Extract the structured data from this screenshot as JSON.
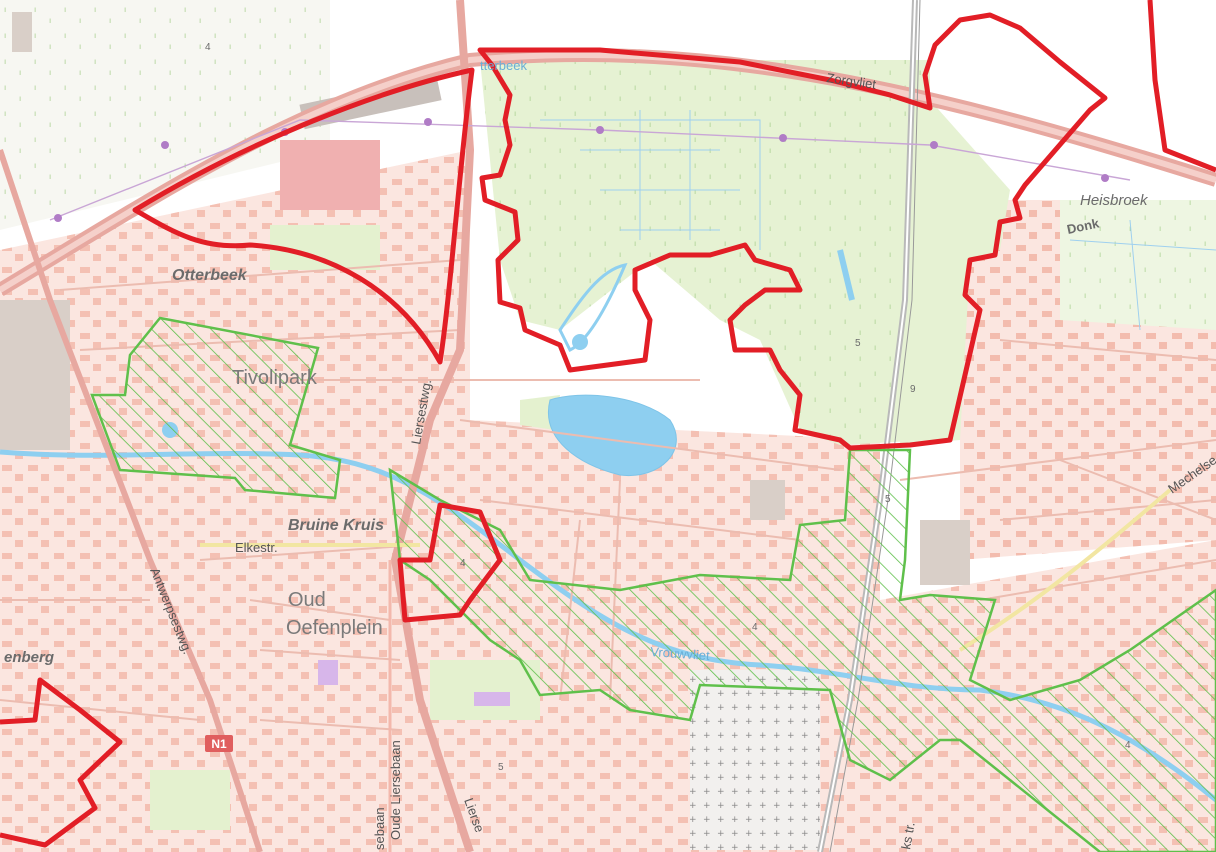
{
  "map": {
    "place_labels": {
      "otterbeek": "Otterbeek",
      "heisbroek": "Heisbroek",
      "donk": "Donk",
      "tivolipark": "Tivolipark",
      "bruine_kruis": "Bruine Kruis",
      "oud": "Oud",
      "oefenplein": "Oefenplein",
      "benberg": "enberg"
    },
    "road_labels": {
      "zorgvliet": "Zorgvliet",
      "liersestwg": "Liersestwg.",
      "elkestr": "Elkestr.",
      "antwerpsestwg": "Antwerpsestwg.",
      "oude_liersebaan": "Oude Liersebaan",
      "sebaan": "sebaan",
      "lierse_bottom": "Lierse",
      "mechelse": "Mechelse",
      "kstr": "ks tr.",
      "route_n1": "N1"
    },
    "water_labels": {
      "otterbeek_stream": "tterbeek",
      "vrouwvliet": "Vrouwvliet"
    },
    "spot_numbers": [
      "4",
      "5",
      "9",
      "5",
      "4",
      "4",
      "4",
      "5"
    ],
    "colors": {
      "background": "#ffffff",
      "built_area": "#f6cdc2",
      "building": "#f0a996",
      "green": "#e4f1cf",
      "water": "#a8d8f0",
      "water_line": "#7ec4e8",
      "road": "#e8a49a",
      "highway": "#e07c7c",
      "red_boundary": "#e21e26",
      "green_boundary": "#5fc04b",
      "purple_line": "#b98ccb"
    },
    "icons": [
      "cemetery-pattern",
      "pond",
      "powerline-pylon"
    ]
  }
}
